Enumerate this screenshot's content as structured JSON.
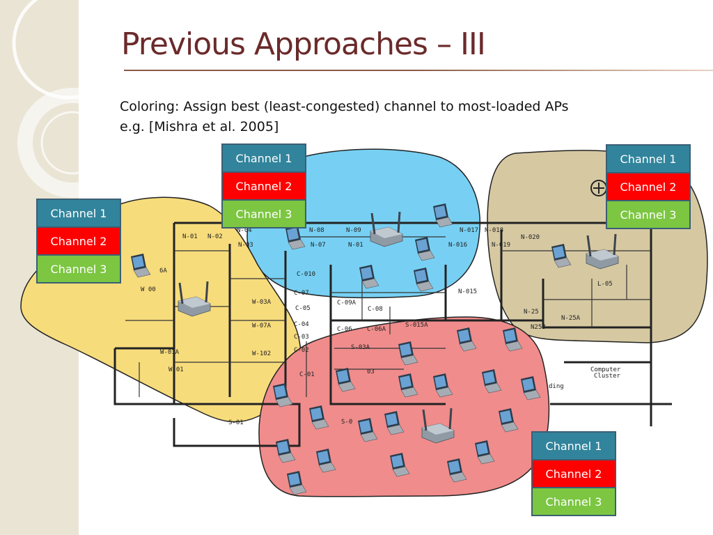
{
  "slide": {
    "title": "Previous Approaches – III",
    "line1": "Coloring: Assign best (least-congested) channel to most-loaded APs",
    "line2": "e.g. [Mishra et al. 2005]"
  },
  "channel_labels": [
    "Channel 1",
    "Channel 2",
    "Channel 3"
  ],
  "colors": {
    "channel1": "#31849b",
    "channel2": "#ff0000",
    "channel3": "#7cc642",
    "cell_yellow": "#f7dc7c",
    "cell_blue": "#77d0f3",
    "cell_tan": "#d6c9a2",
    "cell_pink": "#f08c8c",
    "title": "#6b2a2a"
  },
  "floor_labels": [
    "N-01",
    "N-02",
    "N-04",
    "N-03",
    "N-08",
    "N-07",
    "N-09",
    "N-01",
    "N-017",
    "N-018",
    "N-020",
    "N-016",
    "N-019",
    "N-015",
    "N-25",
    "N-25A",
    "N25B",
    "L-05",
    "6A",
    "W 00",
    "W-03A",
    "W-07A",
    "W-01A",
    "W-102",
    "W-01",
    "C-010",
    "C-07",
    "C-05",
    "C-09A",
    "C-08",
    "C-04",
    "C-03",
    "C-02",
    "C-01",
    "C-06",
    "C-06A",
    "S-015A",
    "S-03A",
    "03",
    "S-01",
    "S-0",
    "Computer",
    "Cluster",
    "ding"
  ]
}
